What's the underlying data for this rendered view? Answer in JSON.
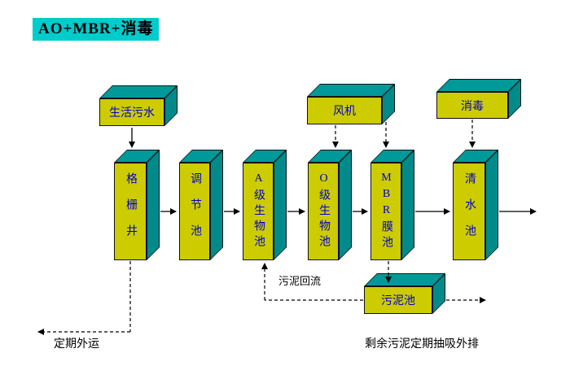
{
  "title": "AO+MBR+消毒",
  "colors": {
    "title-bg": "#00cccc",
    "face-front": "#cccc00",
    "face-top": "#009999",
    "face-side": "#008a8a",
    "box-text": "#0000cc"
  },
  "boxes": {
    "sewage": {
      "label": "生活污水"
    },
    "blower": {
      "label": "风机"
    },
    "disinfect": {
      "label": "消毒"
    },
    "grid_well": {
      "label": "格栅井"
    },
    "regulating_tank": {
      "label": "调节池"
    },
    "a_bio_tank": {
      "label": "A级生物池"
    },
    "o_bio_tank": {
      "label": "O级生物池"
    },
    "mbr_tank": {
      "label": "MBR膜池"
    },
    "clean_water_tank": {
      "label": "清水池"
    },
    "sludge_tank": {
      "label": "污泥池"
    }
  },
  "labels": {
    "sludge_return": "污泥回流",
    "periodic_transport": "定期外运",
    "excess_sludge": "剩余污泥定期抽吸外排"
  }
}
